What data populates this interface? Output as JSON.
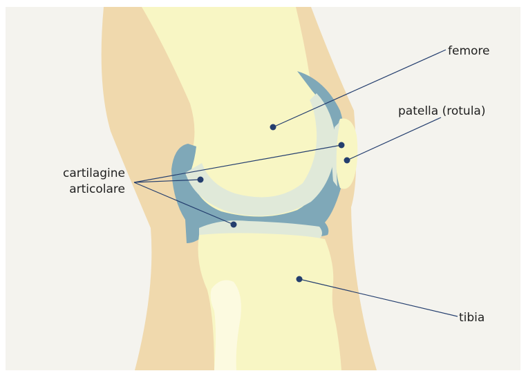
{
  "labels": {
    "femur": "femore",
    "patella": "patella (rotula)",
    "cartilage_line1": "cartilagine",
    "cartilage_line2": "articolare",
    "tibia": "tibia"
  },
  "colors": {
    "background": "#f4f3ee",
    "skin": "#f0d9ad",
    "bone": "#f8f6c4",
    "bone_shadow": "#f2efaa",
    "cartilage": "#e0e9d9",
    "capsule": "#7fa8b8",
    "fibula": "#fcfae0",
    "pointer_line": "#243e6e",
    "pointer_dot": "#243e6e"
  }
}
